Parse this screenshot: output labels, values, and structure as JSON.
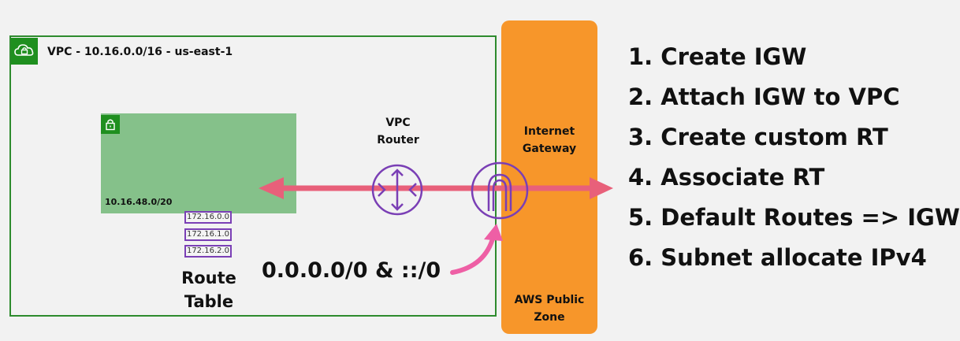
{
  "vpc": {
    "label": "VPC - 10.16.0.0/16 - us-east-1",
    "icon": "cloud-lock-icon",
    "border_color": "#2e8b2e"
  },
  "subnet": {
    "cidr": "10.16.48.0/20",
    "icon": "lock-icon",
    "fill_color": "#85c18a"
  },
  "route_table": {
    "entries": [
      "172.16.0.0",
      "172.16.1.0",
      "172.16.2.0"
    ],
    "label_line1": "Route",
    "label_line2": "Table"
  },
  "vpc_router": {
    "label_line1": "VPC",
    "label_line2": "Router",
    "icon": "router-icon"
  },
  "internet_gateway": {
    "label_line1": "Internet",
    "label_line2": "Gateway",
    "icon": "internet-gateway-icon"
  },
  "public_zone": {
    "label_line1": "AWS Public",
    "label_line2": "Zone",
    "fill_color": "#f7962a"
  },
  "default_routes": "0.0.0.0/0 & ::/0",
  "steps": [
    "1. Create IGW",
    "2. Attach IGW to VPC",
    "3. Create custom RT",
    "4. Associate RT",
    "5. Default Routes => IGW",
    "6. Subnet allocate IPv4"
  ],
  "colors": {
    "arrow": "#e8607a",
    "curved_arrow": "#ee5fa5",
    "purple": "#7a3fb5"
  }
}
